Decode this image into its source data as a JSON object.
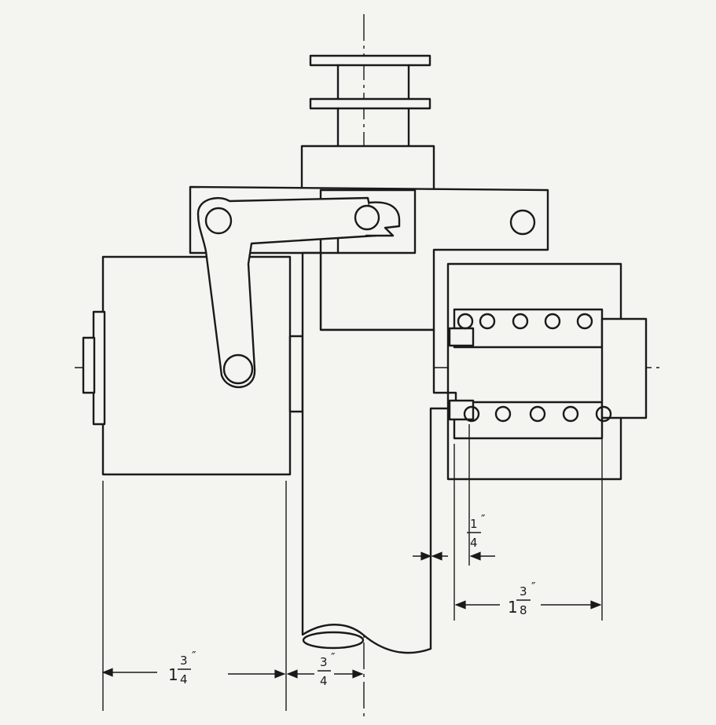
{
  "dimensions": {
    "body_width": {
      "whole": "1",
      "num": "3",
      "den": "4",
      "unit": "″"
    },
    "shaft_radius": {
      "num": "3",
      "den": "4",
      "unit": "″"
    },
    "gap": {
      "num": "1",
      "den": "4",
      "unit": "″"
    },
    "spring_length": {
      "whole": "1",
      "num": "3",
      "den": "8",
      "unit": "″"
    }
  },
  "colors": {
    "ink": "#1a1a1a",
    "paper": "#f4f4f1"
  }
}
